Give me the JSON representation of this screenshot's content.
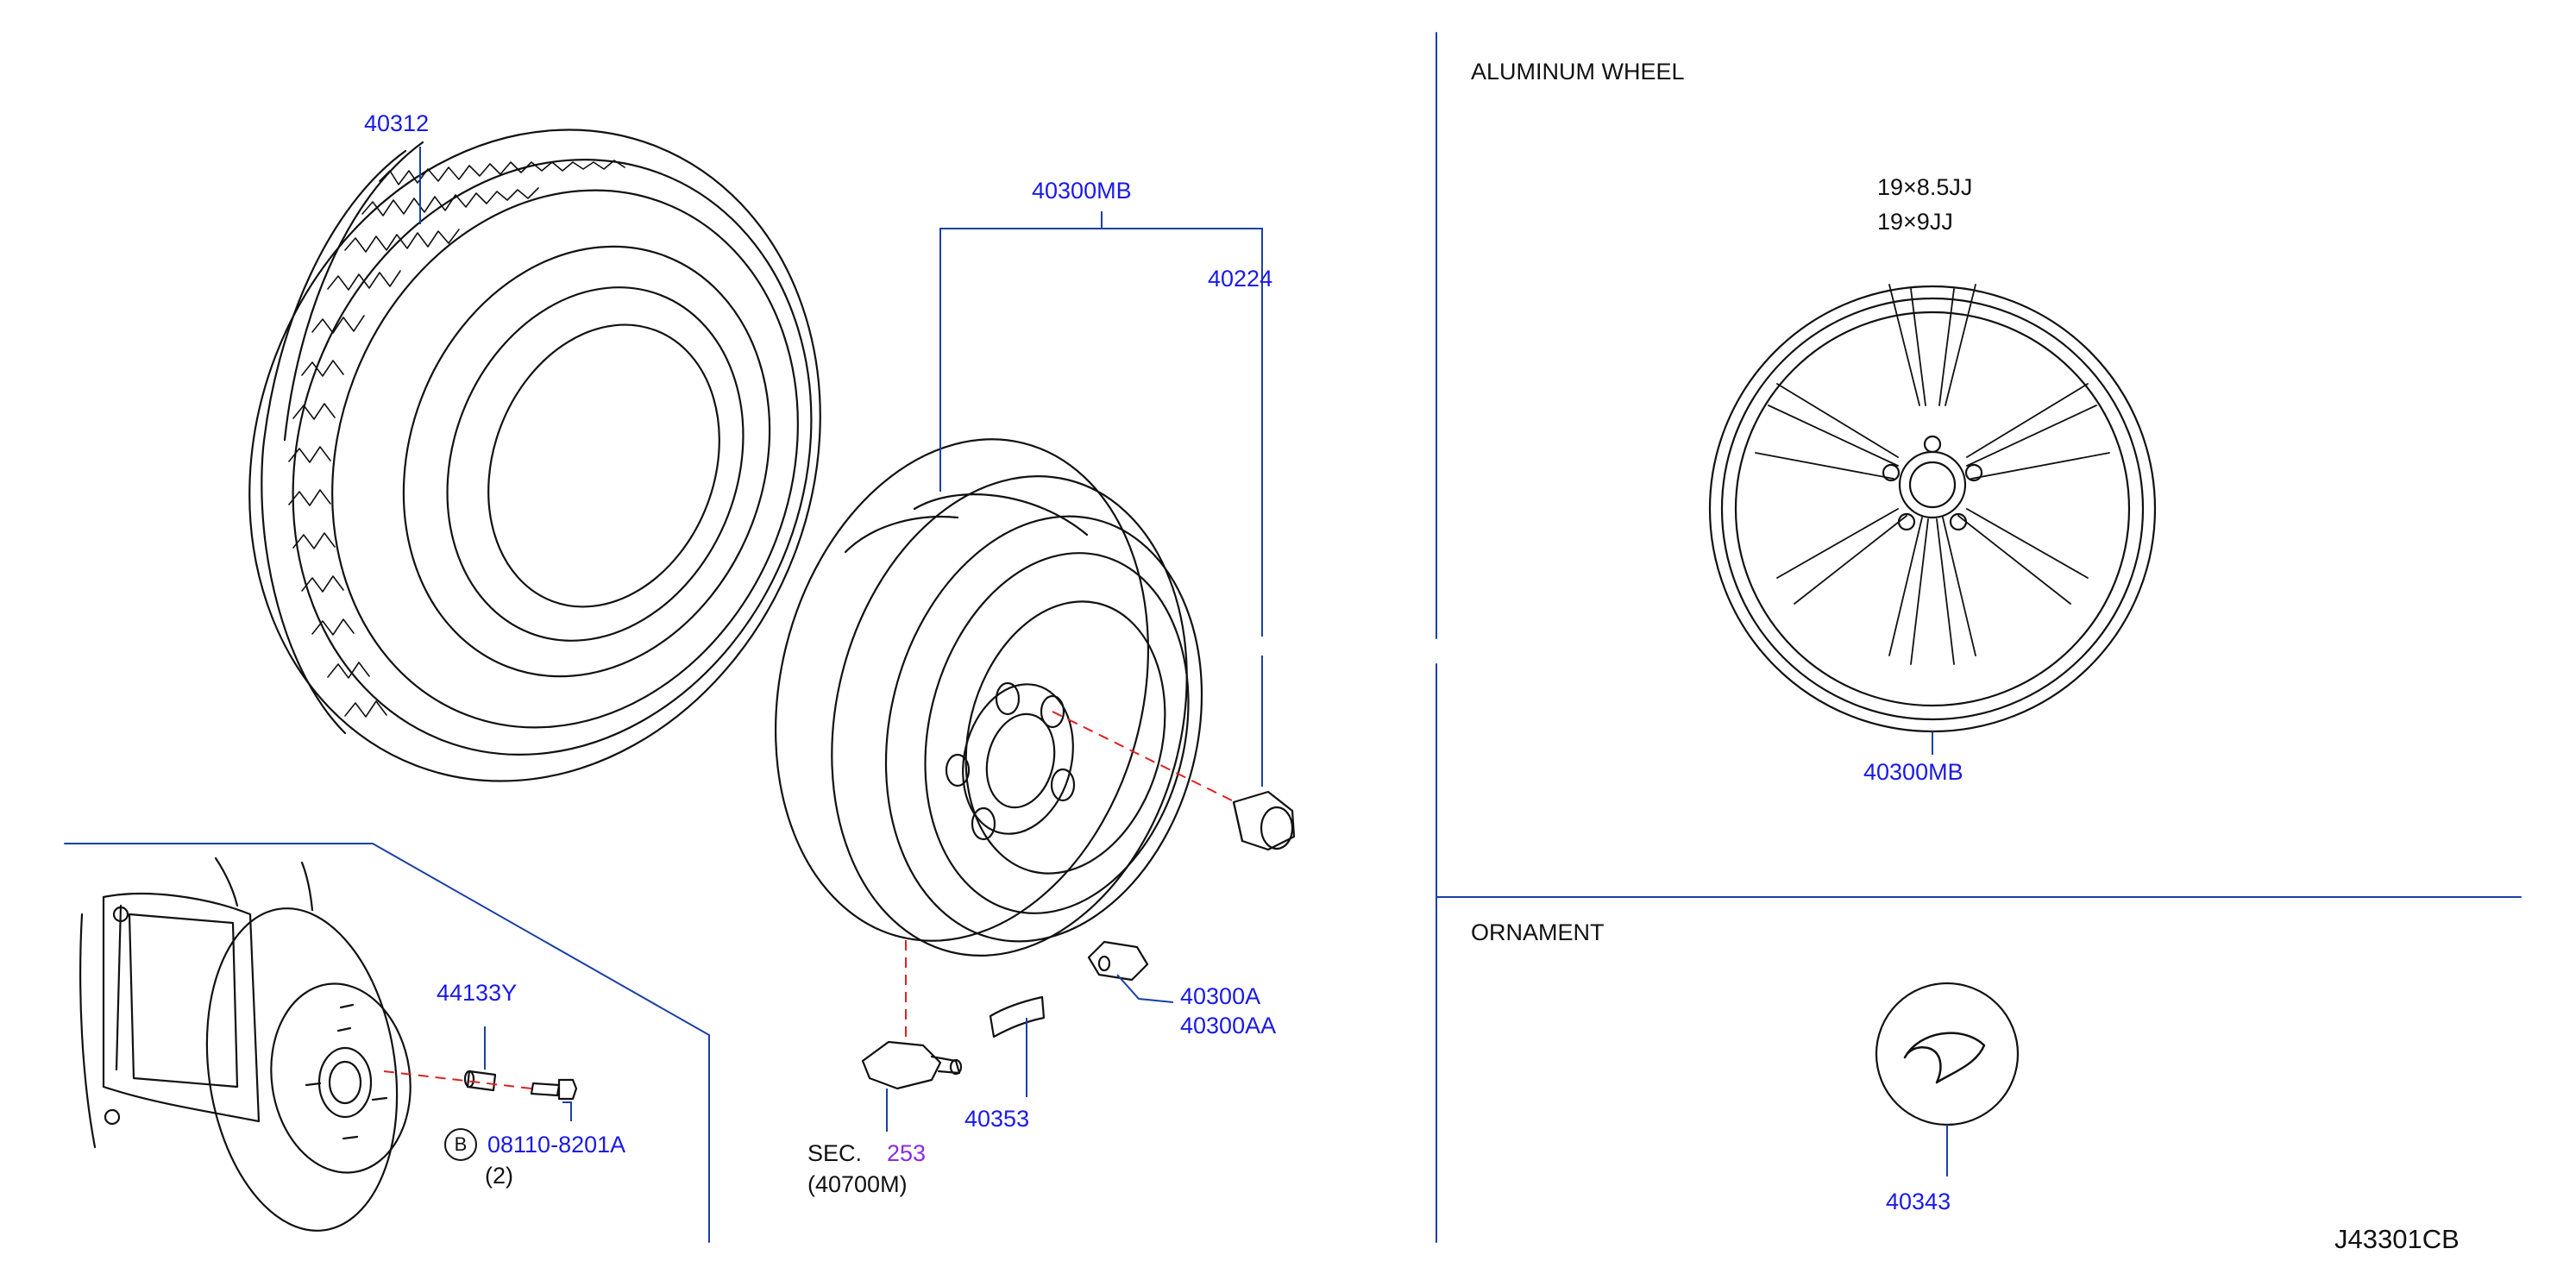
{
  "sections": {
    "aluminum_wheel_title": "ALUMINUM   WHEEL",
    "ornament_title": "ORNAMENT"
  },
  "wheel_sizes": [
    "19×8.5JJ",
    "19×9JJ"
  ],
  "callouts": {
    "tire": "40312",
    "wheel_assy": "40300MB",
    "nut": "40224",
    "wheel_assy_right": "40300MB",
    "stud": "44133Y",
    "bolt_prefix": "B",
    "bolt": "08110-8201A",
    "bolt_qty": "(2)",
    "balance_weight_a": "40300A",
    "balance_weight_aa": "40300AA",
    "weight_tape": "40353",
    "sec_prefix": "SEC.",
    "sec_number": "253",
    "sec_part": "(40700M)",
    "ornament": "40343"
  },
  "diagram_id": "J43301CB",
  "colors": {
    "line": "#111111",
    "callout_line": "#1a3fa8",
    "part_number": "#1a1ae6",
    "section_ref": "#8a2be2",
    "dashed_leader": "#e02020"
  }
}
